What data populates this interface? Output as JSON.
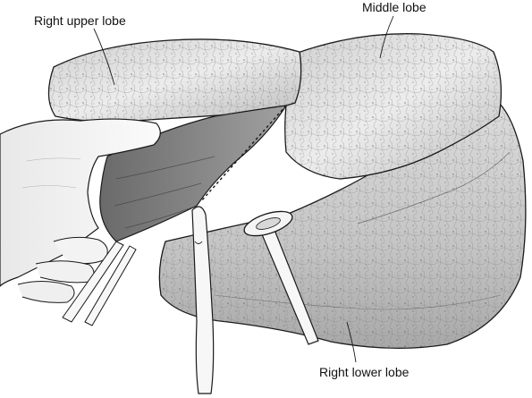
{
  "labels": {
    "right_upper_lobe": "Right upper lobe",
    "middle_lobe": "Middle lobe",
    "right_lower_lobe": "Right lower lobe"
  },
  "colors": {
    "ink": "#1a1a1a",
    "tissue_light": "#e4e4e4",
    "tissue_mid": "#c8c8c8",
    "tissue_dark": "#8a8a8a",
    "skin": "#f4f4f4",
    "instrument": "#f7f7f7"
  }
}
